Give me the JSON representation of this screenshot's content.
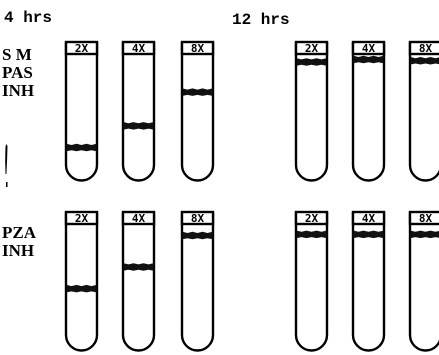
{
  "headers": {
    "left": "4 hrs",
    "right": "12 hrs"
  },
  "rows": [
    {
      "label_lines": [
        "S M",
        "PAS",
        "INH"
      ],
      "panels": [
        {
          "time": "4 hrs",
          "tubes": [
            {
              "label": "2X",
              "band_level": 0.24
            },
            {
              "label": "4X",
              "band_level": 0.42
            },
            {
              "label": "8X",
              "band_level": 0.7
            }
          ]
        },
        {
          "time": "12 hrs",
          "tubes": [
            {
              "label": "2X",
              "band_level": 0.95
            },
            {
              "label": "4X",
              "band_level": 0.97
            },
            {
              "label": "8X",
              "band_level": 0.96
            }
          ]
        }
      ]
    },
    {
      "label_lines": [
        "PZA",
        "INH"
      ],
      "panels": [
        {
          "time": "4 hrs",
          "tubes": [
            {
              "label": "2X",
              "band_level": 0.48
            },
            {
              "label": "4X",
              "band_level": 0.66
            },
            {
              "label": "8X",
              "band_level": 0.92
            }
          ]
        },
        {
          "time": "12 hrs",
          "tubes": [
            {
              "label": "2X",
              "band_level": 0.93
            },
            {
              "label": "4X",
              "band_level": 0.93
            },
            {
              "label": "8X",
              "band_level": 0.93
            }
          ]
        }
      ]
    }
  ]
}
